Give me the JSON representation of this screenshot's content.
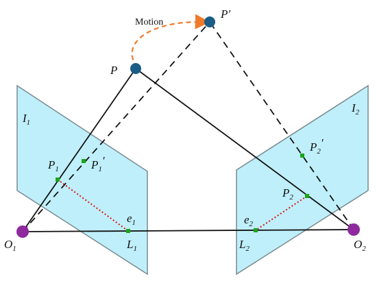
{
  "labels": {
    "motion": "Motion",
    "P": "P",
    "P_prime": "P",
    "prime": "′",
    "I1": "I",
    "I1_sub": "1",
    "I2": "I",
    "I2_sub": "2",
    "P1": "P",
    "P1_sub": "1",
    "P1p": "P",
    "P1p_sub": "1",
    "P2": "P",
    "P2_sub": "2",
    "P2p": "P",
    "P2p_sub": "2",
    "e1": "e",
    "e1_sub": "1",
    "e2": "e",
    "e2_sub": "2",
    "L1": "L",
    "L1_sub": "1",
    "L2": "L",
    "L2_sub": "2",
    "O1": "O",
    "O1_sub": "1",
    "O2": "O",
    "O2_sub": "2"
  },
  "colors": {
    "plane_fill": "#bfeffa",
    "plane_stroke": "#7a8a90",
    "point_3d": "#1a5d86",
    "camera_center": "#8e2a9e",
    "image_point": "#1aa51a",
    "epipolar_line": "#dd1111",
    "motion_arrow": "#f07a2a",
    "line": "#111111"
  }
}
